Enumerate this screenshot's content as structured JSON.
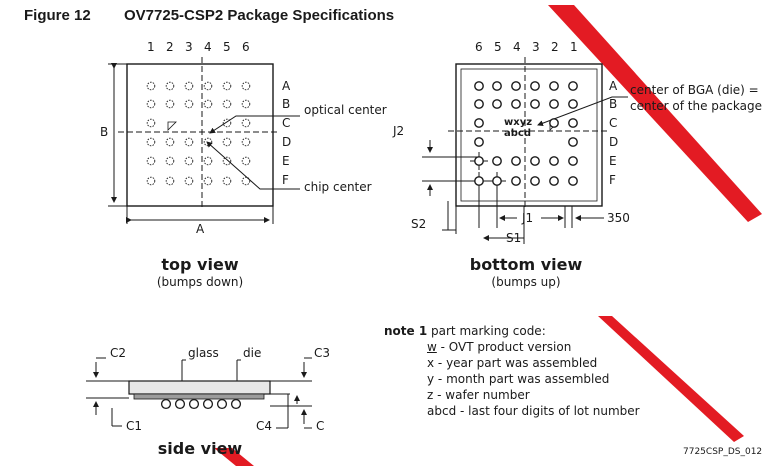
{
  "figure": {
    "number": "Figure 12",
    "title": "OV7725-CSP2 Package Specifications"
  },
  "top_view": {
    "columns": [
      "1",
      "2",
      "3",
      "4",
      "5",
      "6"
    ],
    "rows": [
      "A",
      "B",
      "C",
      "D",
      "E",
      "F"
    ],
    "dim_a": "A",
    "dim_b": "B",
    "optical_center": "optical center",
    "chip_center": "chip center",
    "title": "top view",
    "subtitle": "(bumps down)"
  },
  "bottom_view": {
    "columns": [
      "6",
      "5",
      "4",
      "3",
      "2",
      "1"
    ],
    "rows": [
      "A",
      "B",
      "C",
      "D",
      "E",
      "F"
    ],
    "center_note_1": "center of BGA (die) =",
    "center_note_2": "center of the package",
    "marking_1": "wxyz",
    "marking_2": "abcd",
    "j1": "J1",
    "j2": "J2",
    "s1": "S1",
    "s2": "S2",
    "dim_350": "350",
    "title": "bottom view",
    "subtitle": "(bumps up)"
  },
  "side_view": {
    "c1": "C1",
    "c2": "C2",
    "c3": "C3",
    "c4": "C4",
    "c": "C",
    "glass": "glass",
    "die": "die",
    "title": "side view"
  },
  "note": {
    "label": "note 1",
    "intro": "part marking code:",
    "lines": [
      {
        "key": "w",
        "text": " - OVT product version"
      },
      {
        "key": "x",
        "text": " - year part was assembled"
      },
      {
        "key": "y",
        "text": " - month part was assembled"
      },
      {
        "key": "z",
        "text": " - wafer number"
      },
      {
        "key": "abcd",
        "text": " - last four digits of lot number"
      }
    ]
  },
  "doc_code": "7725CSP_DS_012",
  "colors": {
    "watermark": "#e31b23",
    "ink": "#1a1a1a"
  }
}
